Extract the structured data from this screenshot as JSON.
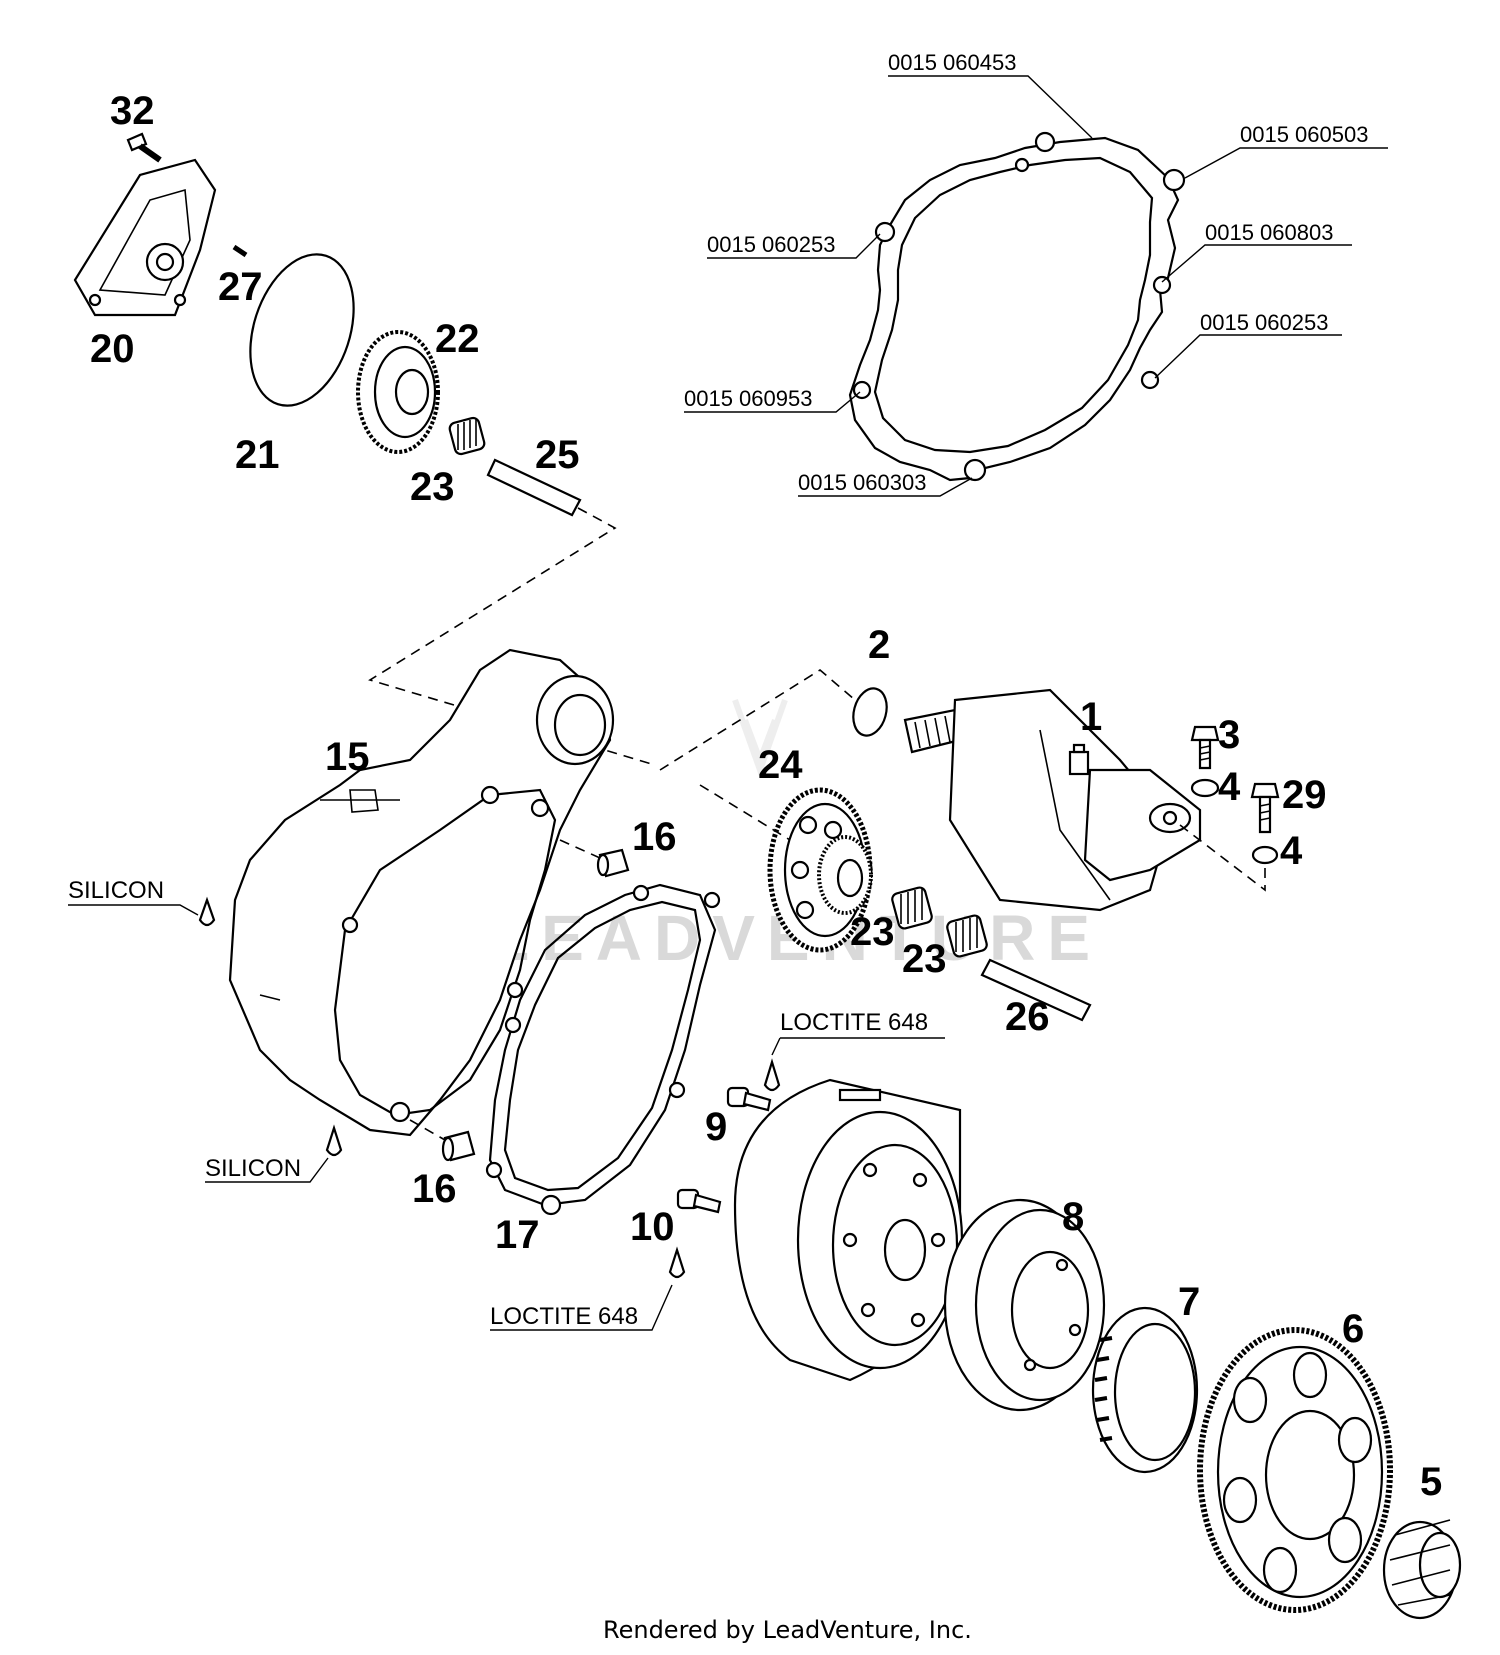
{
  "diagram": {
    "gasket_callouts": [
      "0015 060453",
      "0015 060503",
      "0015 060253",
      "0015 060803",
      "0015 060253",
      "0015 060953",
      "0015 060303"
    ],
    "notes": {
      "silicon_upper": "SILICON",
      "silicon_lower": "SILICON",
      "loctite_upper": "LOCTITE 648",
      "loctite_lower": "LOCTITE 648"
    },
    "part_numbers": {
      "p32": "32",
      "p27": "27",
      "p20": "20",
      "p21": "21",
      "p22": "22",
      "p23a": "23",
      "p25": "25",
      "p2": "2",
      "p1": "1",
      "p3": "3",
      "p4a": "4",
      "p29": "29",
      "p4b": "4",
      "p15": "15",
      "p24": "24",
      "p16a": "16",
      "p23b": "23",
      "p23c": "23",
      "p26": "26",
      "p9": "9",
      "p16b": "16",
      "p17": "17",
      "p10": "10",
      "p8": "8",
      "p7": "7",
      "p6": "6",
      "p5": "5"
    },
    "watermark": "LEADVENTURE",
    "footer": "Rendered by LeadVenture, Inc."
  }
}
